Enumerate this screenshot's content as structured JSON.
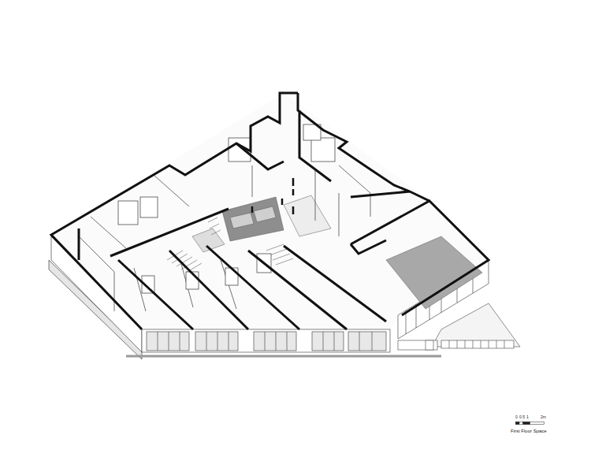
{
  "diagram": {
    "labels": [
      "0",
      "0.5",
      "1",
      "2m",
      "First Floor Space"
    ]
  }
}
